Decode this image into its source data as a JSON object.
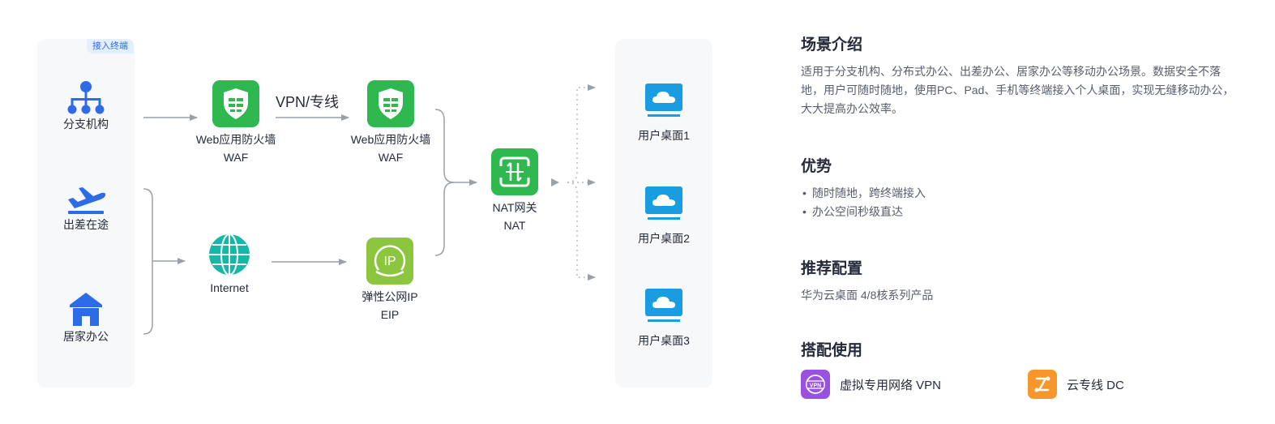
{
  "diagram": {
    "endpoint_tag": "接入终端",
    "sources": [
      {
        "label": "分支机构",
        "icon": "branch-network-icon"
      },
      {
        "label": "出差在途",
        "icon": "airplane-icon"
      },
      {
        "label": "居家办公",
        "icon": "house-icon"
      }
    ],
    "waf1": {
      "line1": "Web应用防火墙",
      "line2": "WAF",
      "icon": "shield-wall-icon"
    },
    "vpn_label": "VPN/专线",
    "waf2": {
      "line1": "Web应用防火墙",
      "line2": "WAF",
      "icon": "shield-wall-icon"
    },
    "internet": {
      "label": "Internet",
      "icon": "globe-icon"
    },
    "eip": {
      "line1": "弹性公网IP",
      "line2": "EIP",
      "icon": "ip-icon"
    },
    "nat": {
      "line1": "NAT网关",
      "line2": "NAT",
      "icon": "nat-gateway-icon"
    },
    "desktops": [
      {
        "label": "用户桌面1",
        "icon": "cloud-monitor-icon"
      },
      {
        "label": "用户桌面2",
        "icon": "cloud-monitor-icon"
      },
      {
        "label": "用户桌面3",
        "icon": "cloud-monitor-icon"
      }
    ],
    "colors": {
      "green": "#2eb84f",
      "blue": "#2e6be6",
      "teal": "#14b8a6",
      "lime": "#8cc63f"
    }
  },
  "side": {
    "scene": {
      "title": "场景介绍",
      "text": "适用于分支机构、分布式办公、出差办公、居家办公等移动办公场景。数据安全不落地，用户可随时随地，使用PC、Pad、手机等终端接入个人桌面，实现无缝移动办公，大大提高办公效率。"
    },
    "advantage": {
      "title": "优势",
      "items": [
        "随时随地，跨终端接入",
        "办公空间秒级直达"
      ]
    },
    "config": {
      "title": "推荐配置",
      "text": "华为云桌面 4/8核系列产品"
    },
    "combo": {
      "title": "搭配使用",
      "products": [
        {
          "name": "虚拟专用网络 VPN",
          "icon": "vpn-icon",
          "color": "#9b51e0"
        },
        {
          "name": "云专线 DC",
          "icon": "direct-connect-icon",
          "color": "#f7962a"
        }
      ]
    }
  }
}
